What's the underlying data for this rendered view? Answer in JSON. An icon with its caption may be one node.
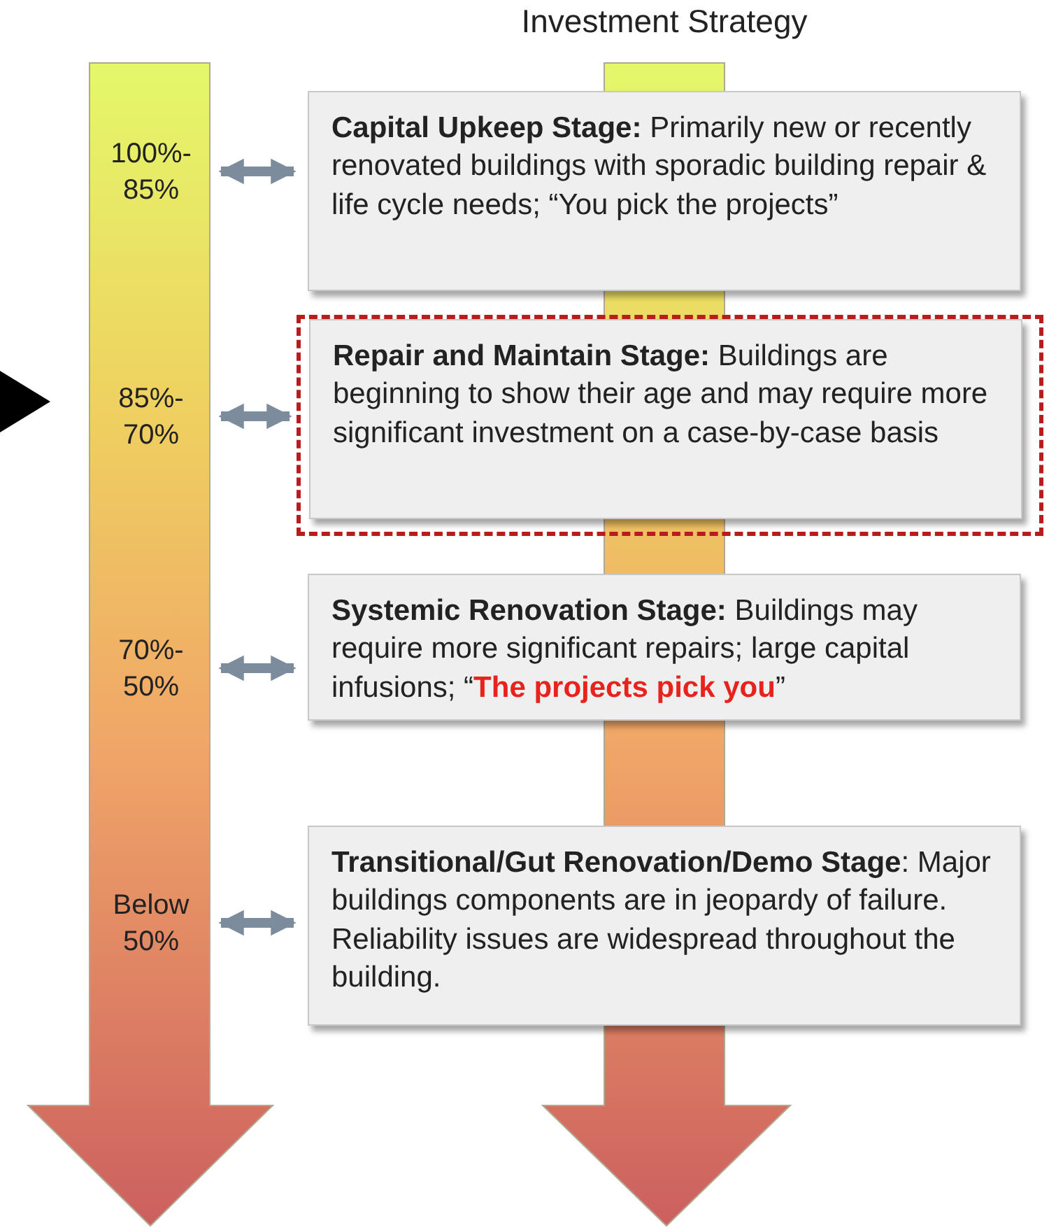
{
  "diagram": {
    "title": "Investment Strategy",
    "nodes": [
      {
        "text": [
          "100%- 85%"
        ]
      },
      {
        "text": [
          "**Capital Upkeep Stage:** Primarily new or recently renovated buildings with sporadic building repair & life cycle needs; “You pick the projects”"
        ]
      },
      {
        "text": [
          "85%- 70%"
        ]
      },
      {
        "text": [],
        "shape": "box"
      },
      {
        "text": [
          "**Repair and Maintain Stage:** Buildings are beginning to show their age and may require more significant investment on a case-by-case basis"
        ],
        "in": 3
      },
      {
        "text": [
          "70%- 50%"
        ]
      },
      {
        "text": [
          "**Systemic Renovation Stage:** Buildings may require more significant repairs; large capital infusions; “**The projects pick you**”"
        ]
      },
      {
        "text": [
          "Below 50%"
        ]
      },
      {
        "text": [
          "**Transitional/Gut Renovation/Demo Stage**: Major buildings components are in jeopardy of failure. Reliability issues are widespread throughout the building."
        ]
      }
    ],
    "edges": [
      {
        "from": 0,
        "to": 1,
        "arrow": "both"
      },
      {
        "from": 2,
        "to": 4,
        "arrow": "both"
      },
      {
        "from": 5,
        "to": 6,
        "arrow": "both"
      },
      {
        "from": 7,
        "to": 8,
        "arrow": "both"
      }
    ]
  }
}
